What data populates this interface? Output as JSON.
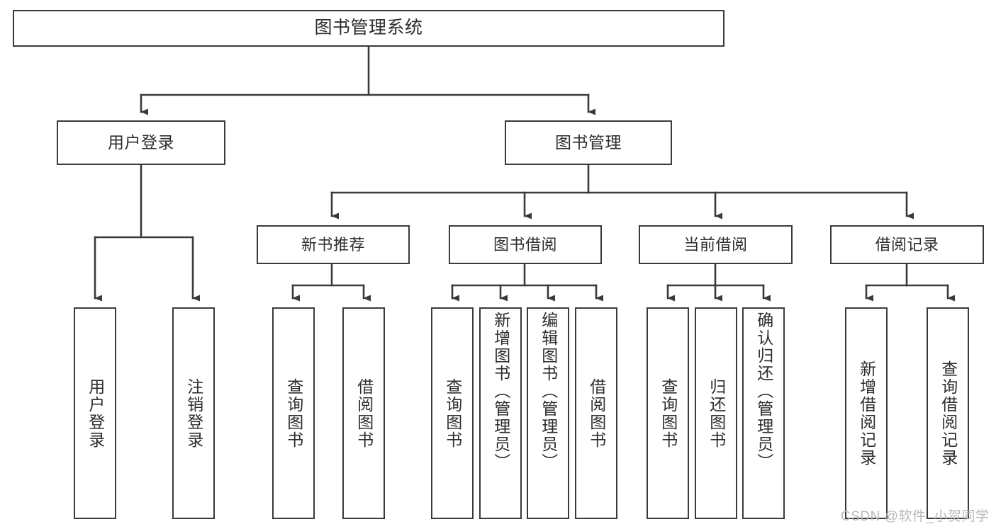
{
  "diagram": {
    "title": "图书管理系统",
    "type": "function-structure-tree",
    "stroke_color": "#3a3a3a",
    "text_color": "#2e2e2e",
    "background_color": "#ffffff",
    "root": {
      "label": "图书管理系统"
    },
    "level2": [
      {
        "label": "用户登录"
      },
      {
        "label": "图书管理"
      }
    ],
    "level3": [
      {
        "label": "新书推荐"
      },
      {
        "label": "图书借阅"
      },
      {
        "label": "当前借阅"
      },
      {
        "label": "借阅记录"
      }
    ],
    "leaves": {
      "user_login": [
        {
          "label": "用户登录"
        },
        {
          "label": "注销登录"
        }
      ],
      "new_book_recommend": [
        {
          "label": "查询图书"
        },
        {
          "label": "借阅图书"
        }
      ],
      "book_borrow": [
        {
          "label": "查询图书"
        },
        {
          "label": "新增图书（管理员）"
        },
        {
          "label": "编辑图书（管理员）"
        },
        {
          "label": "借阅图书"
        }
      ],
      "current_borrow": [
        {
          "label": "查询图书"
        },
        {
          "label": "归还图书"
        },
        {
          "label": "确认归还（管理员）"
        }
      ],
      "borrow_record": [
        {
          "label": "新增借阅记录"
        },
        {
          "label": "查询借阅记录"
        }
      ]
    }
  },
  "watermark": {
    "text": "CSDN @软件_小贺同学"
  }
}
